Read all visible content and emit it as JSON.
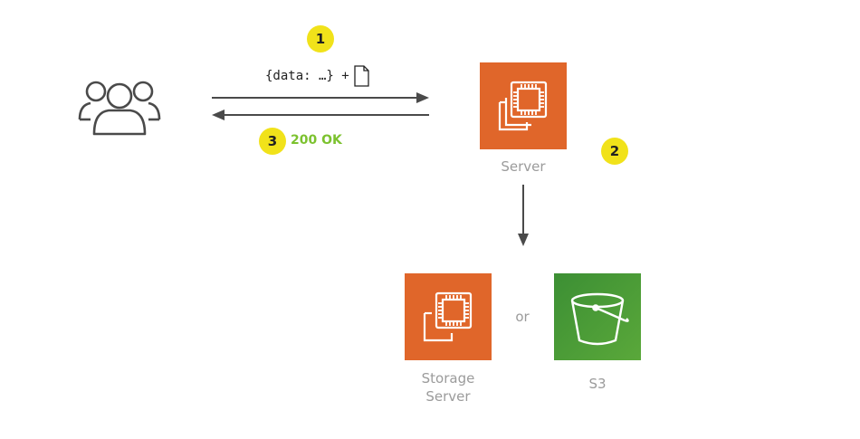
{
  "users": {
    "icon": "users-group-icon"
  },
  "steps": {
    "one": "1",
    "two": "2",
    "three": "3"
  },
  "request": {
    "payload": "{data: …} +",
    "file_icon": "document-icon"
  },
  "response": {
    "status": "200 OK"
  },
  "server": {
    "label": "Server",
    "icon": "ec2-instance-icon",
    "color": "#e0662a"
  },
  "storage_server": {
    "label_line1": "Storage",
    "label_line2": "Server",
    "icon": "ec2-instance-icon",
    "color": "#e0662a"
  },
  "or_text": "or",
  "s3": {
    "label": "S3",
    "icon": "s3-bucket-icon",
    "color": "#4a9a36"
  },
  "colors": {
    "badge": "#f1e21a",
    "ok": "#7cc22f",
    "arrow": "#4a4a4a"
  }
}
